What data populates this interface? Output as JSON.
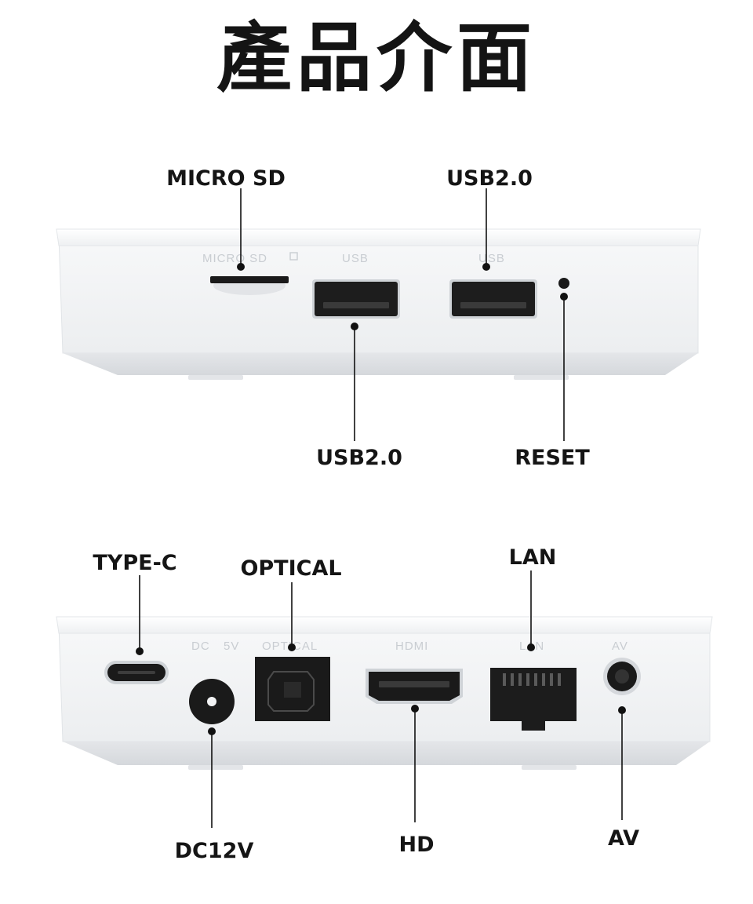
{
  "page": {
    "title": "產品介面"
  },
  "front_panel": {
    "labels": {
      "micro_sd": "MICRO SD",
      "usb_top": "USB2.0",
      "usb_bottom": "USB2.0",
      "reset": "RESET"
    },
    "printed": {
      "micro_sd": "MICRO SD",
      "usb_left": "USB",
      "usb_right": "USB"
    }
  },
  "back_panel": {
    "labels": {
      "type_c": "TYPE-C",
      "optical": "OPTICAL",
      "lan": "LAN",
      "dc": "DC12V",
      "hd": "HD",
      "av": "AV"
    },
    "printed": {
      "dc": "DC",
      "dc_voltage": "5V",
      "optical": "OPTICAL",
      "hdmi": "HDMI",
      "lan": "LAN",
      "av": "AV"
    }
  },
  "colors": {
    "body": "#f3f4f6",
    "text": "#151515",
    "port": "#1a1a1a",
    "print": "#c9cdd2"
  }
}
